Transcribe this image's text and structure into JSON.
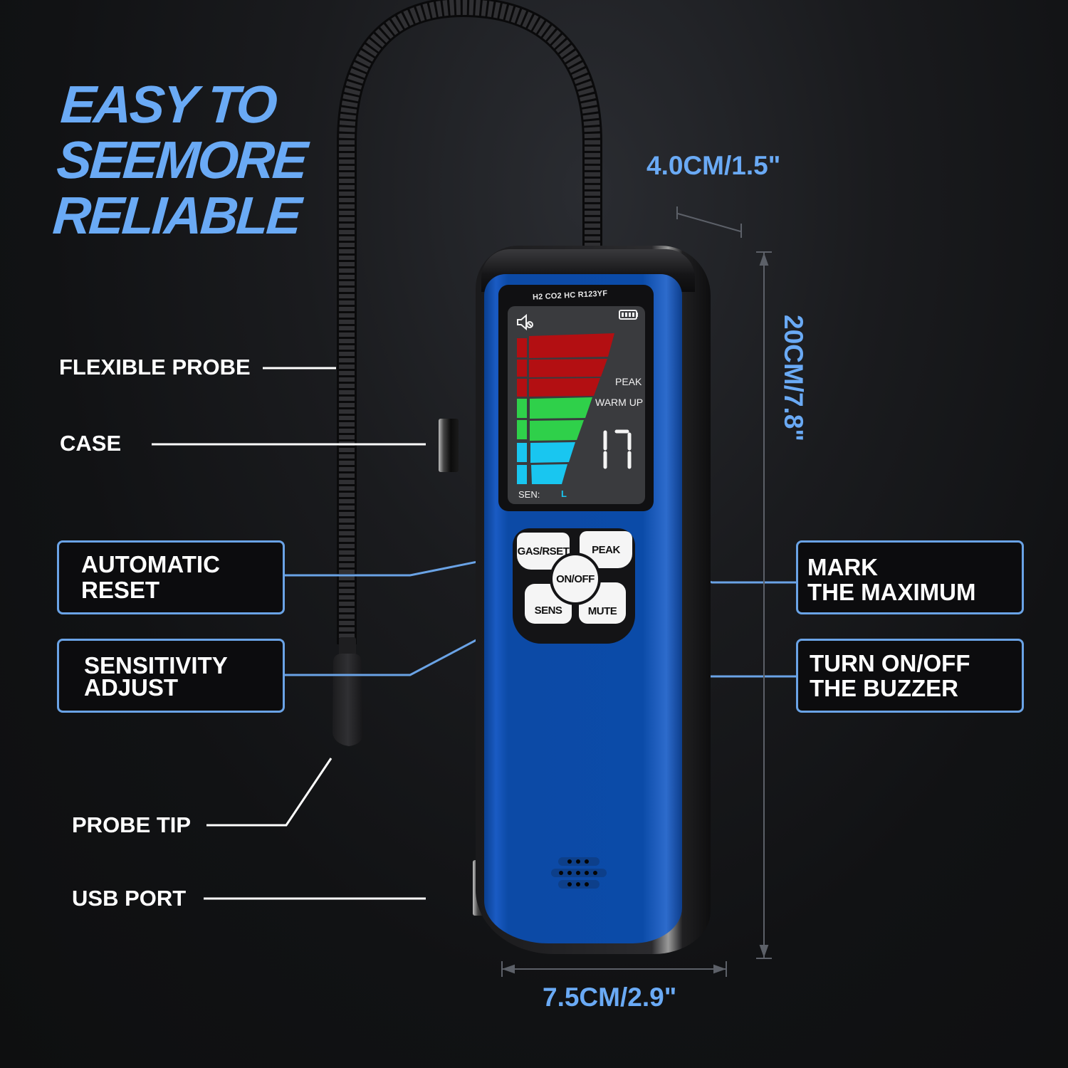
{
  "headline": {
    "lines": [
      "EASY TO",
      "SEEMORE",
      "RELIABLE"
    ],
    "color": "#6aaaf5"
  },
  "callouts_plain": {
    "flexible_probe": "FLEXIBLE PROBE",
    "case": "CASE",
    "probe_tip": "PROBE TIP",
    "usb_port": "USB PORT"
  },
  "callouts_boxed": {
    "automatic_reset": {
      "line1": "AUTOMATIC",
      "line2": "RESET"
    },
    "sensitivity_adjust": {
      "line1": "SENSITIVITY",
      "line2": "ADJUST"
    },
    "mark_maximum": {
      "line1": "MARK",
      "line2": "THE MAXIMUM"
    },
    "buzzer": {
      "line1": "TURN ON/OFF",
      "line2": "THE BUZZER"
    },
    "border_color": "#6aa3e6"
  },
  "dimensions": {
    "depth": "4.0CM/1.5\"",
    "height": "20CM/7.8\"",
    "width": "7.5CM/2.9\""
  },
  "device": {
    "gas_types": "H2   CO2  HC   R123YF",
    "screen": {
      "mute_icon": "speaker-muted-icon",
      "battery_icon": "battery-full-icon",
      "peak_label": "PEAK",
      "warmup_label": "WARM UP",
      "reading": "17",
      "sen_label": "SEN:",
      "sen_value": "L",
      "bar_colors": {
        "high": "#b30f12",
        "mid": "#2fd04a",
        "low": "#19c6f0"
      }
    },
    "buttons": {
      "gas_reset": "GAS/RSET",
      "peak": "PEAK",
      "on_off": "ON/OFF",
      "sens": "SENS",
      "mute": "MUTE"
    },
    "body_color": "#0b4ba8"
  }
}
